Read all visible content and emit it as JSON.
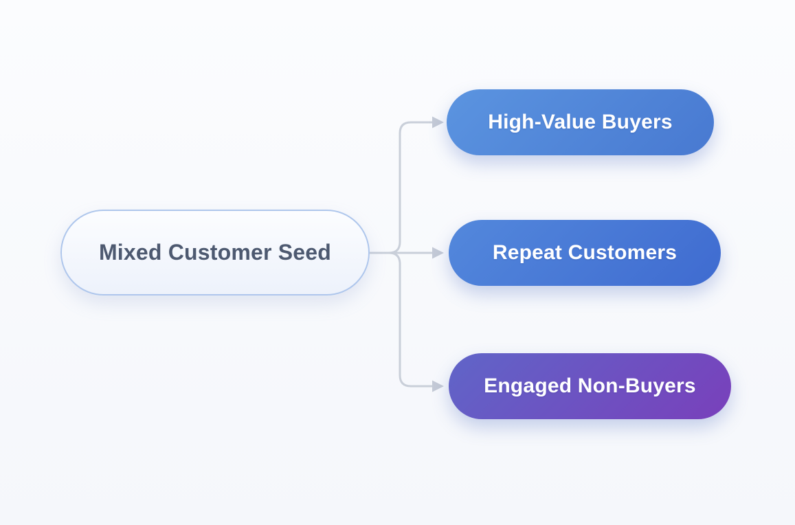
{
  "diagram": {
    "background_color": "#f8fafc",
    "connector": {
      "color": "#c9cfd9",
      "arrow_color": "#c4cad6"
    },
    "source_node": {
      "label": "Mixed Customer Seed",
      "fill_from": "#fcfdff",
      "fill_to": "#edf2fb",
      "border_color": "#aec6ec",
      "text_color": "#4d5970"
    },
    "target_nodes": [
      {
        "label": "High-Value Buyers",
        "fill_from": "#5b94e0",
        "fill_to": "#4879d1",
        "text_color": "#ffffff"
      },
      {
        "label": "Repeat Customers",
        "fill_from": "#5388dc",
        "fill_to": "#3f6bd0",
        "text_color": "#ffffff"
      },
      {
        "label": "Engaged Non-Buyers",
        "fill_from": "#6065c8",
        "fill_to": "#7940bb",
        "text_color": "#ffffff"
      }
    ]
  }
}
